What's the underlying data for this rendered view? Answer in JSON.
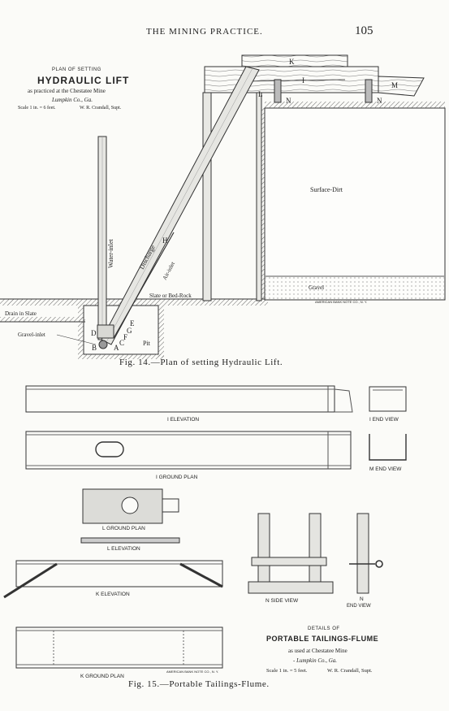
{
  "header": {
    "running_title": "THE MINING PRACTICE.",
    "page_number": "105"
  },
  "fig14": {
    "block": {
      "line1": "PLAN OF SETTING",
      "line2": "HYDRAULIC LIFT",
      "line3": "as practiced at the Chestatee Mine",
      "line4": "Lumpkin Co., Ga.",
      "scale": "Scale 1 in. = 6 feet.",
      "credit": "W. R. Crandall, Supt."
    },
    "labels": {
      "water_inlet": "Water-inlet",
      "discharge": "Discharge",
      "air_inlet": "Air-inlet",
      "surface_dirt": "Surface-Dirt",
      "gravel": "Gravel",
      "slate": "Slate or Bed-Rock",
      "drain": "Drain in Slate",
      "gravel_inlet": "Gravel-inlet",
      "pit": "Pit",
      "engraver": "AMERICAN BANK NOTE CO., N. Y.",
      "letters": [
        "A",
        "B",
        "C",
        "D",
        "E",
        "F",
        "G",
        "H",
        "I",
        "K",
        "L",
        "M",
        "N",
        "N"
      ]
    },
    "caption": "Fig. 14.—Plan of setting Hydraulic Lift."
  },
  "fig15": {
    "labels": {
      "i_elevation": "I  ELEVATION",
      "i_end_view": "I  END VIEW",
      "m_end_view": "M  END VIEW",
      "i_ground_plan": "I  GROUND PLAN",
      "l_ground_plan": "L  GROUND PLAN",
      "l_elevation": "L  ELEVATION",
      "k_elevation": "K  ELEVATION",
      "n_side_view": "N  SIDE  VIEW",
      "n_end_view_letter": "N",
      "n_end_view": "END VIEW",
      "k_ground_plan": "K  GROUND PLAN",
      "engraver": "AMERICAN BANK NOTE CO., N. Y."
    },
    "block": {
      "line1": "DETAILS OF",
      "line2": "PORTABLE TAILINGS-FLUME",
      "line3": "as used at Chestatee Mine",
      "line4": "- Lumpkin Co., Ga.",
      "scale": "Scale 1 in. = 5 feet.",
      "credit": "W. R. Crandall, Supt."
    },
    "caption": "Fig. 15.—Portable Tailings-Flume."
  }
}
